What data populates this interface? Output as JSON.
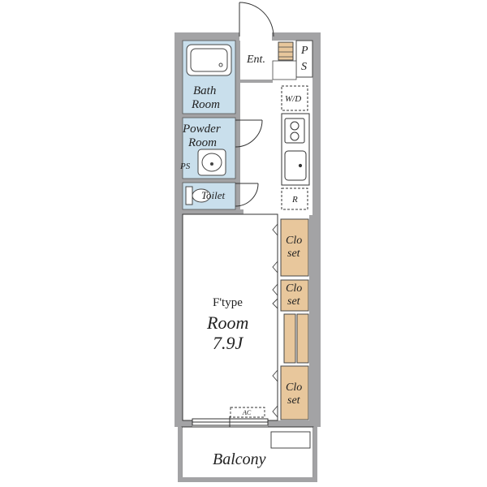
{
  "plan": {
    "type_label": "F'type",
    "room_label": "Room",
    "room_size": "7.9J",
    "balcony_label": "Balcony",
    "entrance_label": "Ent.",
    "ps_top_line1": "P",
    "ps_top_line2": "S",
    "wd_label": "W/D",
    "fridge_label": "R",
    "bath_line1": "Bath",
    "bath_line2": "Room",
    "powder_line1": "Powder",
    "powder_line2": "Room",
    "ps_side_label": "PS",
    "toilet_label": "Toilet",
    "closet1_line1": "Clo",
    "closet1_line2": "set",
    "closet2_line1": "Clo",
    "closet2_line2": "set",
    "closet3_line1": "Clo",
    "closet3_line2": "set",
    "ac_label": "AC"
  },
  "colors": {
    "wall": "#a3a3a5",
    "wet_area": "#c9dfec",
    "closet": "#e8c79c",
    "line": "#333333"
  }
}
